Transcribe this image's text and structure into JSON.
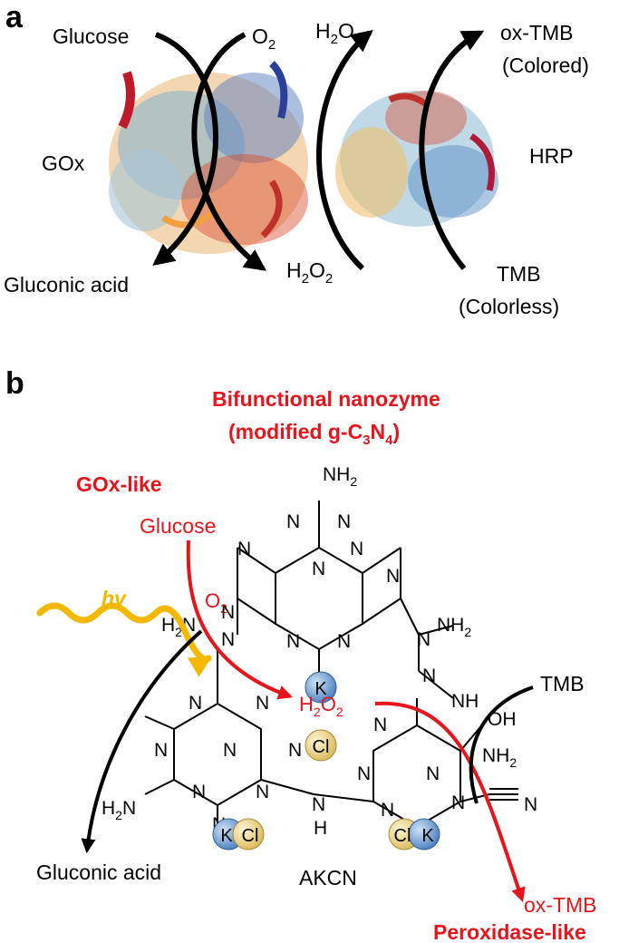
{
  "panel_a": {
    "label": "a",
    "glucose": "Glucose",
    "o2": "O",
    "o2_sub": "2",
    "h2o": "H",
    "h2o_sub": "2",
    "h2o_tail": "O",
    "ox_tmb": "ox-TMB",
    "colored": "(Colored)",
    "gox": "GOx",
    "hrp": "HRP",
    "gluconic_acid": "Gluconic acid",
    "h2o2": "H",
    "h2o2_sub1": "2",
    "h2o2_mid": "O",
    "h2o2_sub2": "2",
    "tmb": "TMB",
    "colorless": "(Colorless)"
  },
  "panel_b": {
    "label": "b",
    "title_line1": "Bifunctional nanozyme",
    "title_line2_pre": "(modified g-C",
    "title_sub1": "3",
    "title_mid": "N",
    "title_sub2": "4",
    "title_close": ")",
    "gox_like": "GOx-like",
    "glucose": "Glucose",
    "hv": "hv",
    "o2": "O",
    "o2_sub": "2",
    "h2o2": "H",
    "h2o2_sub1": "2",
    "h2o2_mid": "O",
    "h2o2_sub2": "2",
    "tmb": "TMB",
    "ox_tmb": "ox-TMB",
    "peroxidase_like": "Peroxidase-like",
    "gluconic_acid": "Gluconic acid",
    "akcn": "AKCN",
    "ions": {
      "k": "K",
      "cl": "Cl",
      "kcl_k": "K",
      "kcl_cl": "Cl"
    },
    "chem": {
      "n": "N",
      "nh2": "NH",
      "nh2_sub": "2",
      "h2n": "H",
      "h2n_sub": "2",
      "h2n_tail": "N",
      "nh": "NH",
      "h": "H",
      "oh": "OH",
      "cn_n": "N"
    }
  },
  "colors": {
    "red": "#e8141b",
    "gold": "#f4b800",
    "black": "#000000",
    "ion_k": "#5b8fc8",
    "ion_cl": "#f1d98a"
  }
}
